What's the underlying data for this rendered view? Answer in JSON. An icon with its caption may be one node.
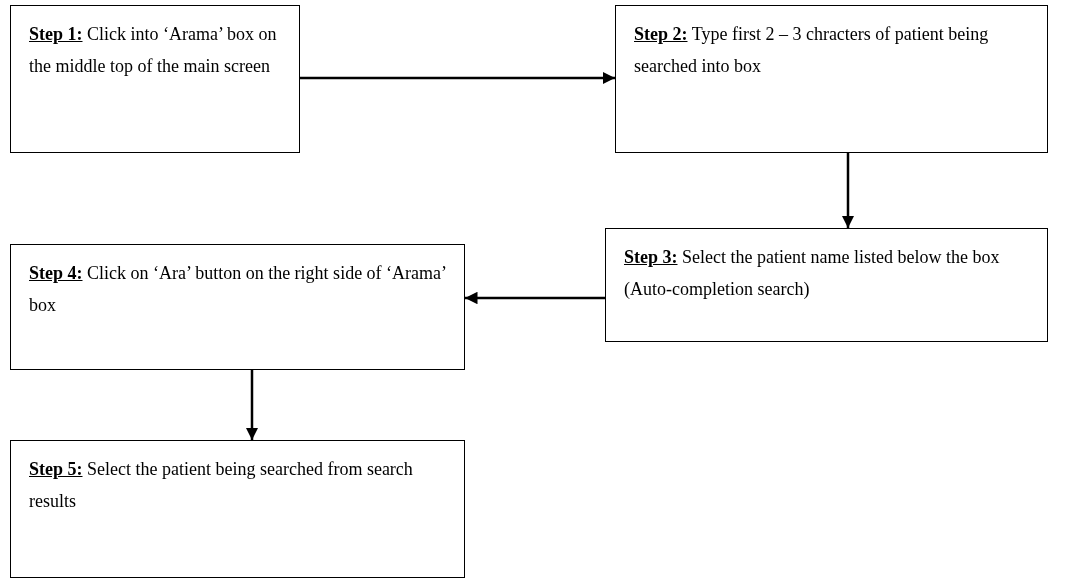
{
  "diagram": {
    "nodes": [
      {
        "text": [
          "**Step 1:** Click into ‘Arama’ box on the middle top of the main screen"
        ]
      },
      {
        "text": [
          "**Step 2:** Type first 2 – 3 chracters of patient being searched into box"
        ]
      },
      {
        "text": [
          "**Step 3:** Select the patient name listed below the box (Auto-completion search)"
        ]
      },
      {
        "text": [
          "**Step 4:** Click on ‘Ara’ button on the right side of ‘Arama’ box"
        ]
      },
      {
        "text": [
          "**Step 5:** Select the patient being searched from search results"
        ]
      }
    ],
    "edges": [
      {
        "from": 0,
        "to": 1,
        "arrow": "to"
      },
      {
        "from": 1,
        "to": 2,
        "arrow": "to"
      },
      {
        "from": 2,
        "to": 3,
        "arrow": "to"
      },
      {
        "from": 3,
        "to": 4,
        "arrow": "to"
      }
    ]
  }
}
